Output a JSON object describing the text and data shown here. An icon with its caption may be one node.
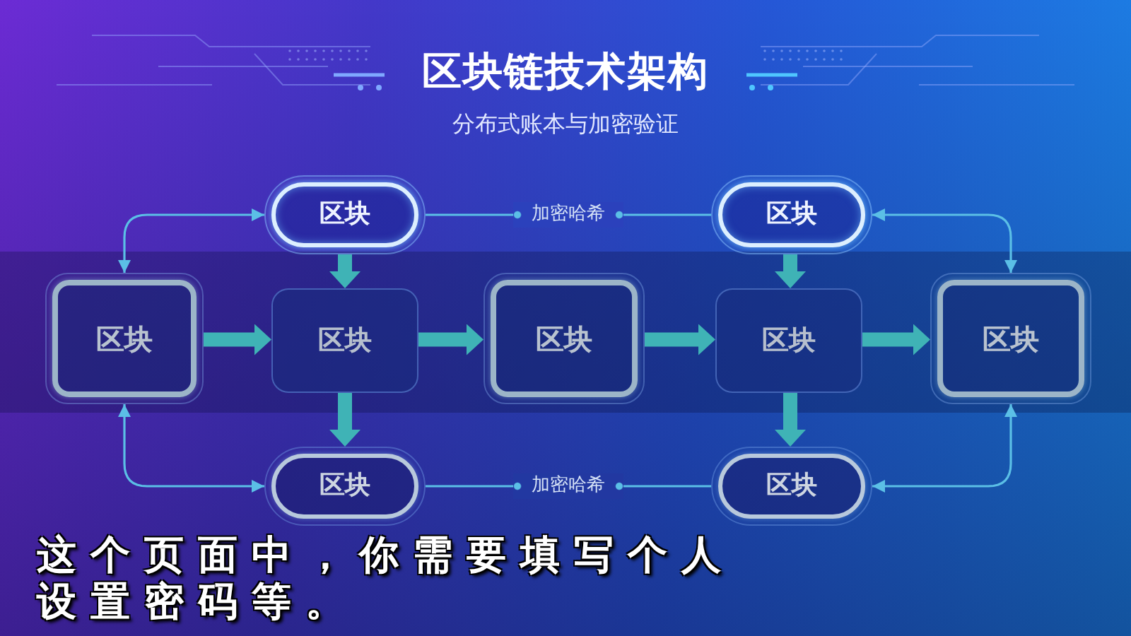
{
  "diagram": {
    "title": "区块链技术架构",
    "nodes": [
      {
        "text": [
          "区块"
        ]
      },
      {
        "text": [
          "区块"
        ]
      },
      {
        "text": [
          "区块"
        ]
      },
      {
        "text": [
          "区块"
        ]
      },
      {
        "text": [
          "区块"
        ]
      },
      {
        "text": [
          "区块"
        ]
      },
      {
        "text": [
          "区块"
        ]
      },
      {
        "text": [
          "区块"
        ]
      },
      {
        "text": [
          "区块"
        ]
      }
    ],
    "edges": [
      {
        "from": 0,
        "to": 1,
        "arrow": "none",
        "label": "加密哈希",
        "color": "#5bbfe6"
      },
      {
        "from": 2,
        "to": 0,
        "arrow": "both",
        "color": "#5bbfe6"
      },
      {
        "from": 0,
        "to": 3,
        "arrow": "to"
      },
      {
        "from": 1,
        "to": 5,
        "arrow": "to"
      },
      {
        "from": 6,
        "to": 1,
        "arrow": "both",
        "color": "#5bbfe6"
      },
      {
        "from": 2,
        "to": 3,
        "arrow": "to"
      },
      {
        "from": 3,
        "to": 4,
        "arrow": "to"
      },
      {
        "from": 4,
        "to": 5,
        "arrow": "to"
      },
      {
        "from": 5,
        "to": 6,
        "arrow": "to"
      },
      {
        "from": 3,
        "to": 7,
        "arrow": "to"
      },
      {
        "from": 5,
        "to": 8,
        "arrow": "to"
      },
      {
        "from": 2,
        "to": 7,
        "arrow": "both",
        "color": "#5bbfe6"
      },
      {
        "from": 6,
        "to": 8,
        "arrow": "both",
        "color": "#5bbfe6"
      },
      {
        "from": 7,
        "to": 8,
        "arrow": "none",
        "label": "加密哈希",
        "color": "#5bbfe6"
      }
    ],
    "labels": [
      "分布式账本与加密验证",
      "这个页面中，你需要填写个人设置密码等。"
    ]
  }
}
